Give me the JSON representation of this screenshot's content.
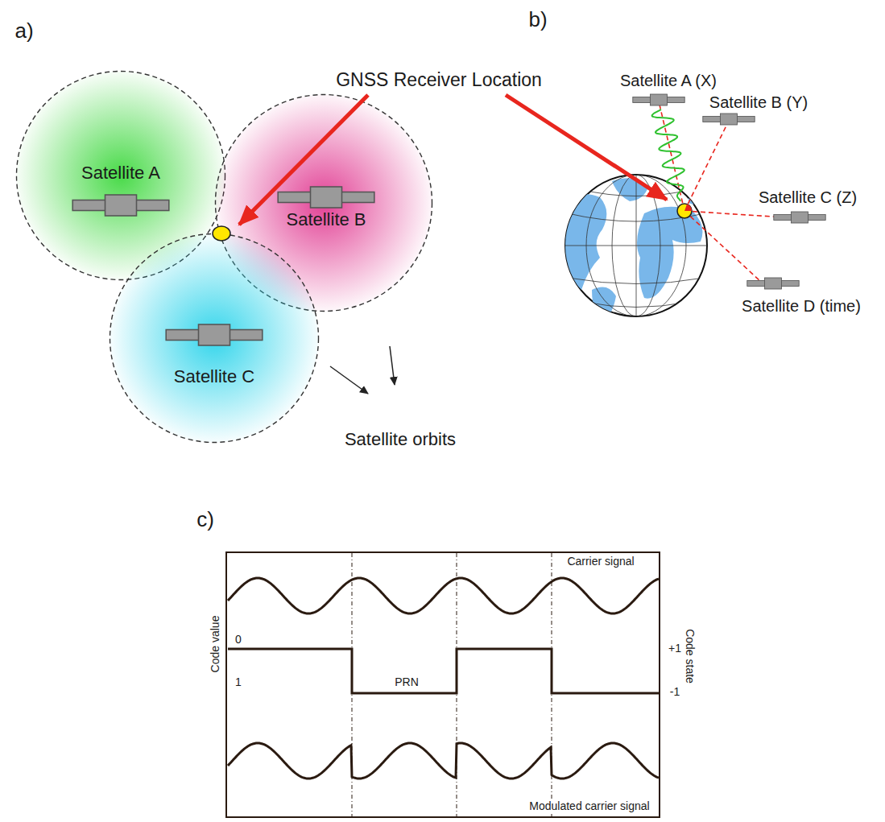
{
  "diagram": {
    "nodes": [
      {
        "text": [
          "Satellite A"
        ]
      },
      {
        "text": [
          "Satellite B"
        ]
      },
      {
        "text": [
          "Satellite C"
        ]
      }
    ],
    "labels": [
      "a)",
      "b)",
      "GNSS Receiver Location",
      "Satellite orbits",
      "Satellite A (X)",
      "Satellite B (Y)",
      "Satellite C (Z)",
      "Satellite D (time)",
      "c)",
      "Carrier signal",
      "Code value",
      "0",
      "1",
      "PRN",
      "+1",
      "-1",
      "Code state",
      "Modulated carrier signal"
    ]
  }
}
